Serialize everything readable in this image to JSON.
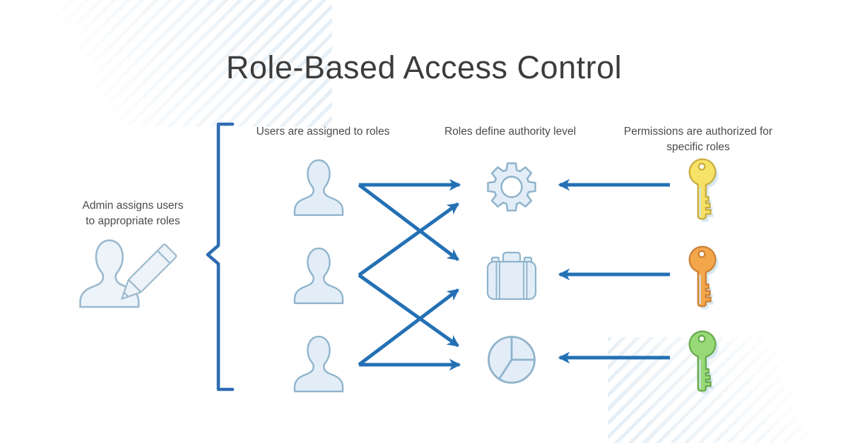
{
  "page": {
    "title": "Role-Based Access Control"
  },
  "admin": {
    "caption": "Admin assigns users\nto appropriate roles",
    "icon": "admin-user-with-pencil-icon"
  },
  "columns": {
    "users": {
      "header": "Users are assigned to roles",
      "items": [
        {
          "icon": "user-icon"
        },
        {
          "icon": "user-icon"
        },
        {
          "icon": "user-icon"
        }
      ]
    },
    "roles": {
      "header": "Roles define authority level",
      "items": [
        {
          "icon": "gear-icon"
        },
        {
          "icon": "briefcase-icon"
        },
        {
          "icon": "pie-chart-icon"
        }
      ]
    },
    "permissions": {
      "header": "Permissions are authorized for specific roles",
      "keys": [
        {
          "icon": "key-icon",
          "label": "yellow-key",
          "fill": "#f6e267",
          "stroke": "#c9ad3f"
        },
        {
          "icon": "key-icon",
          "label": "orange-key",
          "fill": "#f4a64b",
          "stroke": "#cd8136"
        },
        {
          "icon": "key-icon",
          "label": "green-key",
          "fill": "#98d977",
          "stroke": "#69ab4e"
        }
      ]
    }
  },
  "connections": {
    "user_to_role": [
      {
        "from": "user-1",
        "to": "gear"
      },
      {
        "from": "user-1",
        "to": "briefcase"
      },
      {
        "from": "user-2",
        "to": "gear"
      },
      {
        "from": "user-2",
        "to": "pie-chart"
      },
      {
        "from": "user-3",
        "to": "briefcase"
      },
      {
        "from": "user-3",
        "to": "pie-chart"
      }
    ],
    "key_to_role": [
      {
        "from": "key-1",
        "to": "gear"
      },
      {
        "from": "key-2",
        "to": "briefcase"
      },
      {
        "from": "key-3",
        "to": "pie-chart"
      }
    ]
  },
  "colors": {
    "arrow": "#2470b4",
    "brace": "#2e6cb3",
    "icon_fill": "#e2edf7",
    "icon_stroke": "#8fb3cc",
    "admin_icon_fill": "#ecf3f9",
    "admin_icon_stroke": "#9cb9ce",
    "key_shadow": "#d6e8f2",
    "title_text": "#3c3c3c",
    "label_text": "#4a4a4a"
  }
}
